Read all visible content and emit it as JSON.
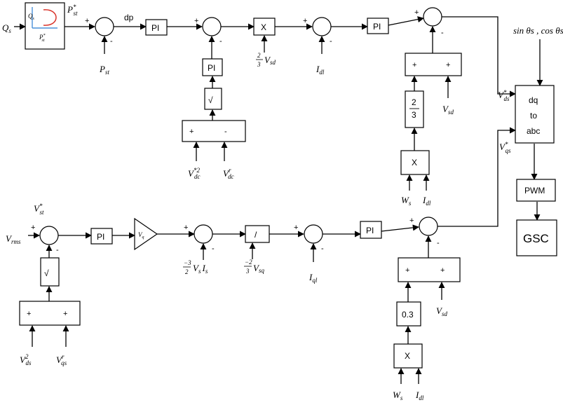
{
  "blocks": {
    "pi": "PI",
    "mult": "X",
    "div": "/",
    "sqrt": "√",
    "dq": "dq",
    "to": "to",
    "abc": "abc",
    "pwm": "PWM",
    "gsc": "GSC",
    "gain03": "0.3"
  },
  "signs": {
    "plus": "+",
    "minus": "-"
  },
  "labels": {
    "qs": {
      "base": "Q",
      "sub": "s"
    },
    "lookup_q": {
      "base": "Q",
      "sub": "s"
    },
    "lookup_p": {
      "base": "P",
      "sup": "*",
      "sub": "st"
    },
    "pst_star": {
      "base": "P",
      "sup": "*",
      "sub": "st"
    },
    "pst": {
      "base": "P",
      "sub": "st"
    },
    "dp": "dp",
    "vdc_star": {
      "base": "V",
      "sup": "*2",
      "sub": "dc"
    },
    "vdc_r": {
      "base": "V",
      "sup": "r",
      "sub": "dc"
    },
    "two": "2",
    "three": "3",
    "neg3": "−3",
    "neg2": "−2",
    "vsd": {
      "base": "V",
      "sub": "sd"
    },
    "vsq": {
      "base": "V",
      "sub": "sq"
    },
    "idl": {
      "base": "I",
      "sub": "dl"
    },
    "iql": {
      "base": "I",
      "sub": "ql"
    },
    "ws": {
      "base": "W",
      "sub": "s"
    },
    "vds_star": {
      "base": "V",
      "sup": "*",
      "sub": "ds"
    },
    "vqs_star": {
      "base": "V",
      "sup": "*",
      "sub": "qs"
    },
    "sincos": "sin θs , cos θs",
    "vst_star": {
      "base": "V",
      "sup": "*",
      "sub": "st"
    },
    "vrms": {
      "base": "V",
      "sub": "rms"
    },
    "vds2": {
      "base": "V",
      "sup": "2",
      "sub": "ds"
    },
    "vqs": {
      "base": "V",
      "sup": "r",
      "sub": "qs"
    },
    "vq": {
      "base": "V",
      "sub": "q"
    },
    "vs_is": {
      "v": "V",
      "vs": "s",
      "i": "I",
      "is": "s"
    }
  }
}
